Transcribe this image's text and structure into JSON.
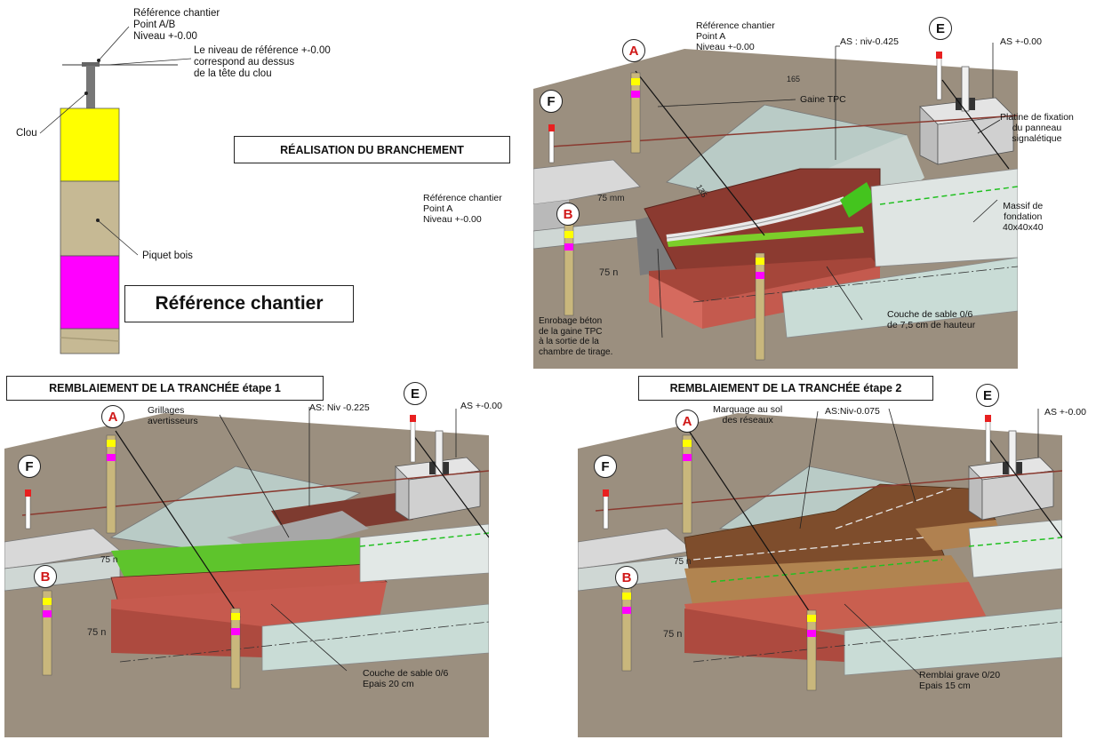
{
  "detail": {
    "labels": {
      "ref_chantier_ab": [
        "Référence chantier",
        "Point A/B",
        "Niveau +-0.00"
      ],
      "niveau_note": [
        "Le niveau de référence +-0.00",
        "correspond au dessus",
        "de la tête du clou"
      ],
      "clou": "Clou",
      "piquet_bois": "Piquet bois"
    },
    "ref_box": "Référence chantier",
    "colors": {
      "yellow": "#ffff00",
      "wood": "#c6b994",
      "magenta": "#ff00ff"
    }
  },
  "panels": {
    "branchement": {
      "title": "RÉALISATION DU BRANCHEMENT",
      "labels": {
        "ref_a": [
          "Référence chantier",
          "Point A",
          "Niveau +-0.00"
        ],
        "as_niv": "AS : niv-0.425",
        "as_zero": "AS +-0.00",
        "gaine": "Gaine TPC",
        "platine": [
          "Platine de fixation",
          "du panneau",
          "signalétique"
        ],
        "massif": [
          "Massif de",
          "fondation",
          "40x40x40"
        ],
        "ref_b": [
          "Référence chantier",
          "Point A",
          "Niveau +-0.00"
        ],
        "enrobage": [
          "Enrobage béton",
          "de la gaine TPC",
          "à la sortie de la",
          "chambre de tirage."
        ],
        "couche": [
          "Couche de sable 0/6",
          "de 7,5 cm de hauteur"
        ],
        "dim_165": "165",
        "dim_135": "135",
        "dim_75a": "75 mm",
        "dim_75b": "75 n"
      }
    },
    "etape1": {
      "title": "REMBLAIEMENT DE LA TRANCHÉE étape 1",
      "labels": {
        "grillages": [
          "Grillages",
          "avertisseurs"
        ],
        "as_niv": "AS: Niv -0.225",
        "as_zero": "AS +-0.00",
        "couche": [
          "Couche de sable 0/6",
          "Epais 20 cm"
        ],
        "dim_75a": "75 n",
        "dim_75b": "75 n"
      }
    },
    "etape2": {
      "title": "REMBLAIEMENT DE LA TRANCHÉE étape 2",
      "labels": {
        "marquage": [
          "Marquage au sol",
          "des réseaux"
        ],
        "as_niv": "AS:Niv-0.075",
        "as_zero": "AS +-0.00",
        "remblai": [
          "Remblai grave 0/20",
          "Epais 15 cm"
        ],
        "dim_75a": "75 n",
        "dim_75b": "75 n"
      }
    }
  },
  "markers": {
    "A": "A",
    "B": "B",
    "E": "E",
    "F": "F"
  }
}
